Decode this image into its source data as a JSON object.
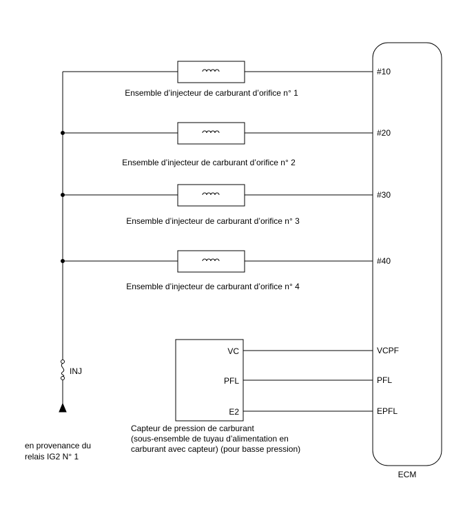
{
  "injectors": [
    {
      "pin": "#10",
      "label": "Ensemble d’injecteur de carburant d’orifice n° 1"
    },
    {
      "pin": "#20",
      "label": "Ensemble d’injecteur de carburant d’orifice n° 2"
    },
    {
      "pin": "#30",
      "label": "Ensemble d’injecteur de carburant d’orifice n° 3"
    },
    {
      "pin": "#40",
      "label": "Ensemble d’injecteur de carburant d’orifice n° 4"
    }
  ],
  "sensor": {
    "pins": [
      {
        "left": "VC",
        "right": "VCPF"
      },
      {
        "left": "PFL",
        "right": "PFL"
      },
      {
        "left": "E2",
        "right": "EPFL"
      }
    ],
    "label_lines": [
      "Capteur de pression de carburant",
      "(sous-ensemble de tuyau d’alimentation en",
      "carburant avec capteur) (pour basse pression)"
    ]
  },
  "fuse_label": "INJ",
  "source_label_lines": [
    "en provenance du",
    "relais IG2 N° 1"
  ],
  "ecm_label": "ECM"
}
